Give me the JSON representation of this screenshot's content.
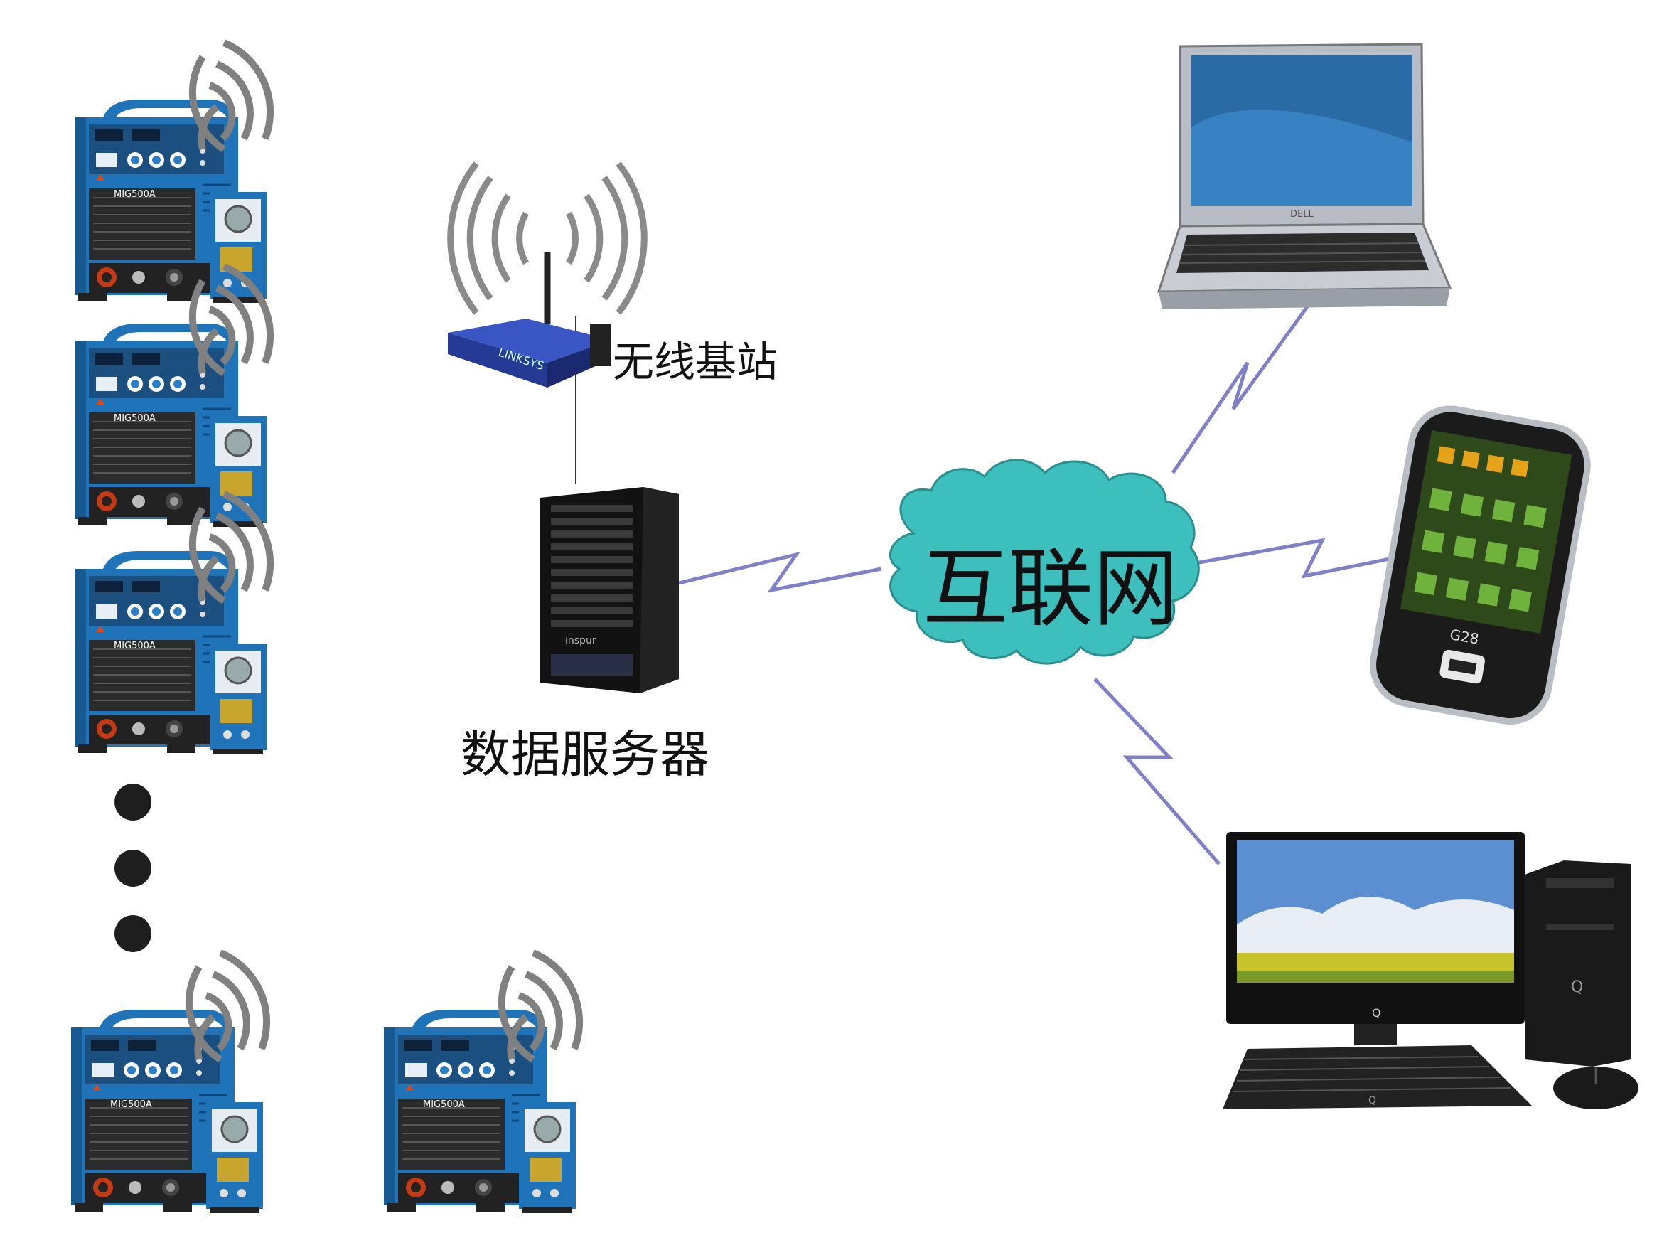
{
  "labels": {
    "base_station": "无线基站",
    "data_server": "数据服务器",
    "internet": "互联网"
  },
  "welder": {
    "model": "MIG500A"
  },
  "devices": {
    "laptop_brand": "DELL",
    "phone_model": "G28",
    "server_brand": "inspur",
    "desktop_brand": "Q",
    "router_brand": "LINKSYS"
  },
  "colors": {
    "welder_body": "#1f73b8",
    "welder_dark": "#2b2b2b",
    "wifi_arc": "#808080",
    "cloud_fill": "#3dbfbd",
    "link_line": "#8080c8",
    "router_blue": "#2b3f9e"
  }
}
